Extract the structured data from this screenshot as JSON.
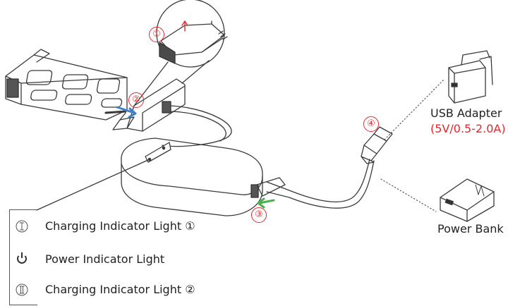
{
  "steps": [
    "①",
    "②",
    "③",
    "④"
  ],
  "devices": {
    "usb_adapter": "USB Adapter",
    "usb_adapter_spec": "(5V/0.5-2.0A)",
    "power_bank": "Power Bank"
  },
  "legend": [
    {
      "icon": "roman-one-circle-icon",
      "label": "Charging Indicator Light ①"
    },
    {
      "icon": "power-icon",
      "label": "Power Indicator Light"
    },
    {
      "icon": "roman-two-circle-icon",
      "label": "Charging Indicator Light ②"
    }
  ],
  "colors": {
    "step_red": "#e8262b",
    "arrow_blue": "#3f7fc4",
    "arrow_green": "#4caf50",
    "line": "#3a3a3a"
  }
}
